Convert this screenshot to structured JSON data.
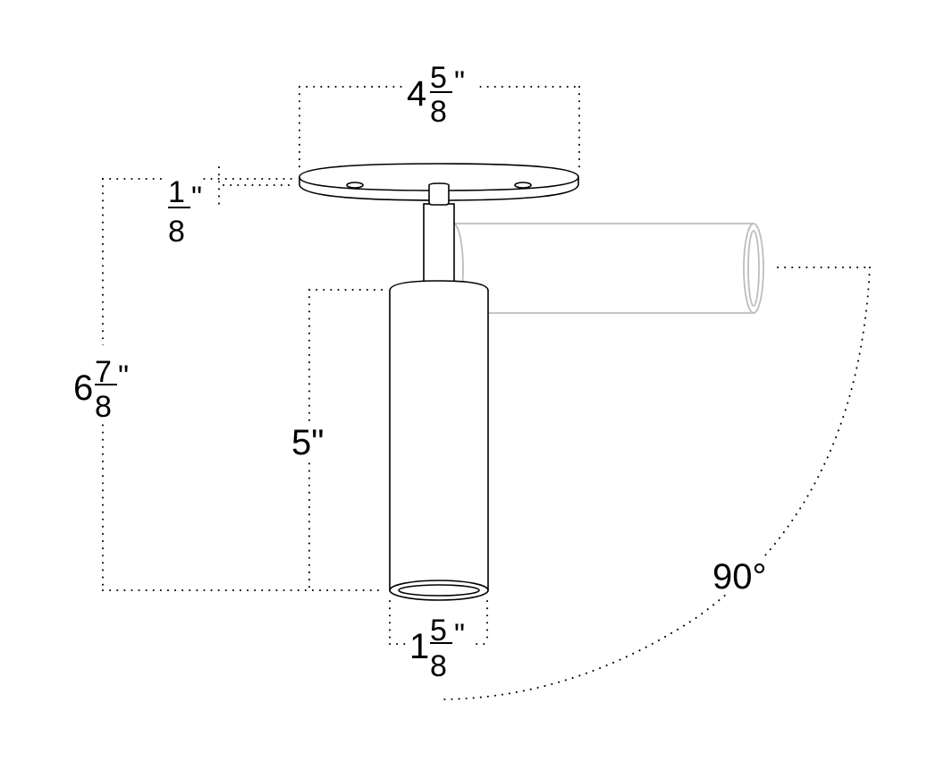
{
  "diagram": {
    "type": "technical-dimension-drawing",
    "subject": "ceiling-mount cylinder spotlight with canopy",
    "dimensions": {
      "canopy_width": {
        "whole": "4",
        "num": "5",
        "den": "8",
        "unit": "\""
      },
      "canopy_thickness": {
        "whole": "",
        "num": "1",
        "den": "8",
        "unit": "\""
      },
      "overall_height": {
        "whole": "6",
        "num": "7",
        "den": "8",
        "unit": "\""
      },
      "cylinder_length": {
        "text": "5\""
      },
      "cylinder_diameter": {
        "whole": "1",
        "num": "5",
        "den": "8",
        "unit": "\""
      },
      "rotation_angle": {
        "text": "90°"
      }
    },
    "colors": {
      "line": "#000000",
      "ghost_line": "#bdbdbd",
      "background": "#ffffff"
    }
  }
}
